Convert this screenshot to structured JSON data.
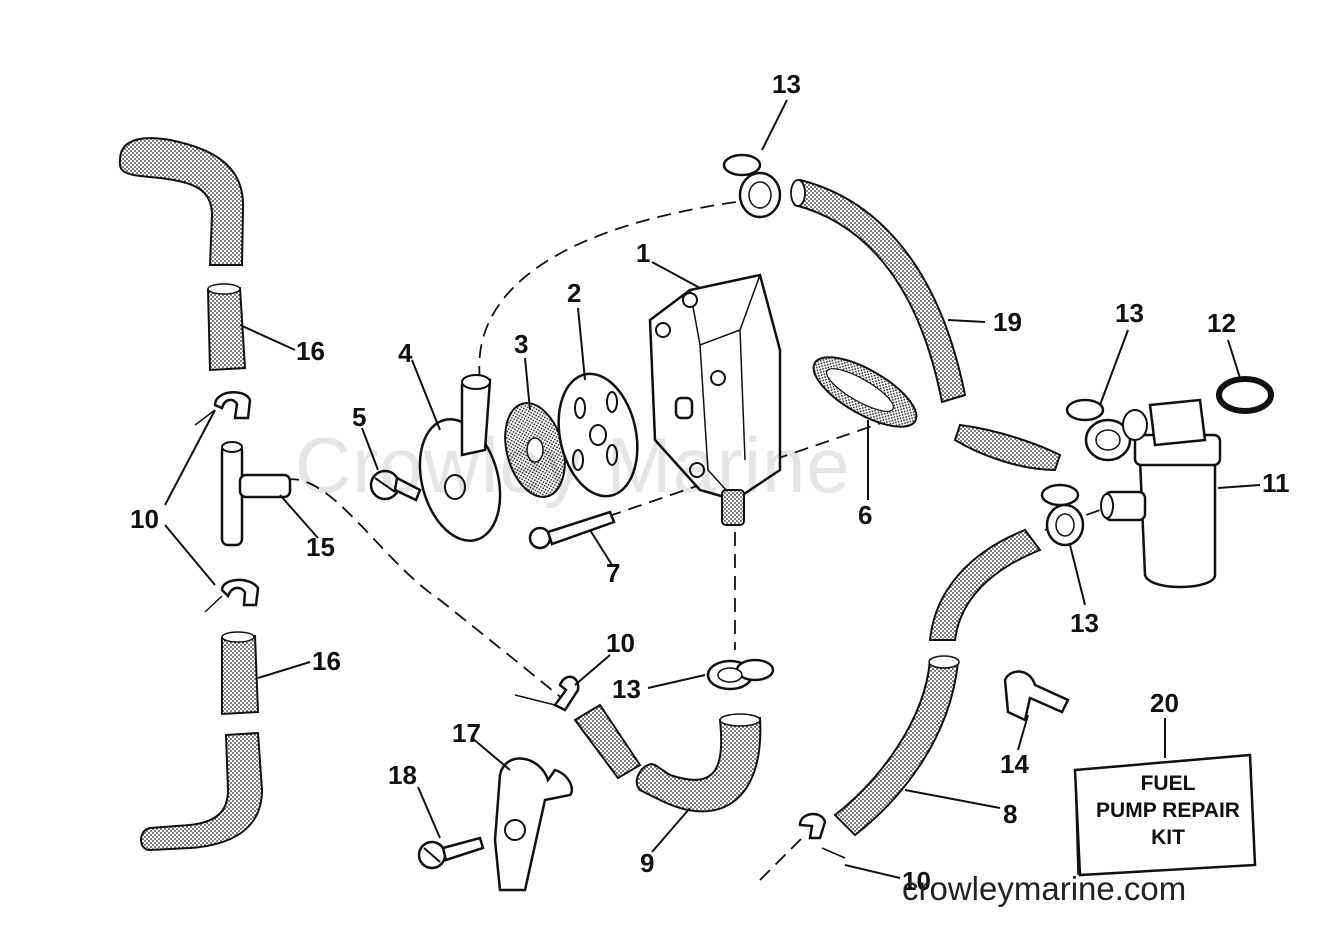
{
  "watermark": "Crowley Marine",
  "website": "crowleymarine.com",
  "callouts": {
    "c1": "1",
    "c2": "2",
    "c3": "3",
    "c4": "4",
    "c5": "5",
    "c6": "6",
    "c7": "7",
    "c8": "8",
    "c9": "9",
    "c10a": "10",
    "c10b": "10",
    "c10c": "10",
    "c11": "11",
    "c12": "12",
    "c13a": "13",
    "c13b": "13",
    "c13c": "13",
    "c13d": "13",
    "c14": "14",
    "c15": "15",
    "c16a": "16",
    "c16b": "16",
    "c17": "17",
    "c18": "18",
    "c19": "19",
    "c20": "20"
  },
  "kit_label": {
    "line1": "FUEL",
    "line2": "PUMP REPAIR",
    "line3": "KIT"
  }
}
